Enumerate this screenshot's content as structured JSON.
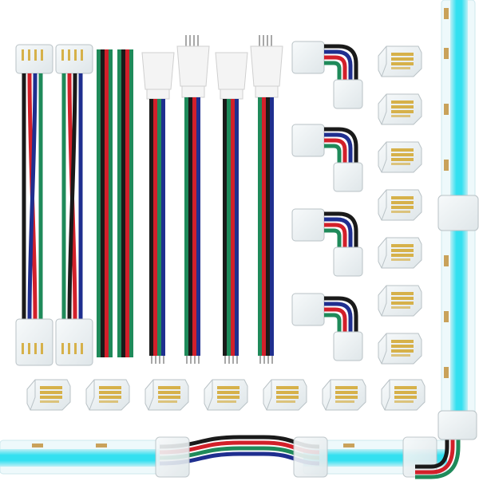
{
  "scene": {
    "description_visible_text": [],
    "colors": {
      "background": "#ffffff",
      "wire_black": "#1a1a1a",
      "wire_red": "#d2202a",
      "wire_green": "#1f8a5a",
      "wire_blue": "#1f2f8f",
      "connector_clear": "#e9eef0",
      "connector_outline": "#b9c2c6",
      "pin_gold": "#d6b14a",
      "strip_glow": "#33e0f0",
      "strip_edge": "#bfeff5",
      "plug_white": "#f4f4f4",
      "plug_outline": "#cfcfcf",
      "pin_metal": "#a8a8a8"
    },
    "counts": {
      "straight_jumpers": 2,
      "ribbon_cables": 2,
      "pigtail_plugs": 4,
      "l_connectors": 4,
      "snap_connectors_right_column": 7,
      "snap_connectors_bottom_row": 7
    }
  }
}
